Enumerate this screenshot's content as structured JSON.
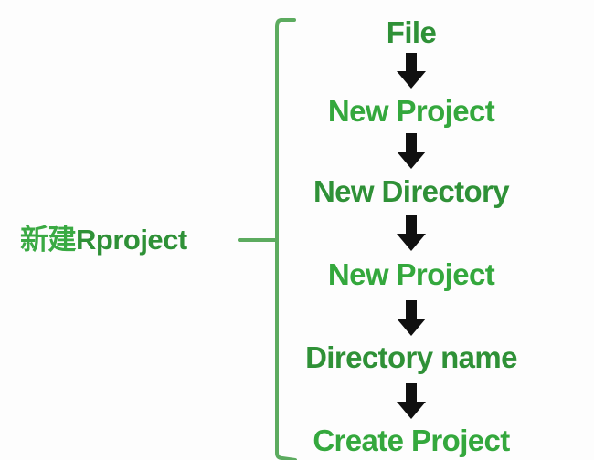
{
  "diagram": {
    "title": "新建Rproject",
    "group_label": {
      "cjk": "新建",
      "latin": "Rproject",
      "color": "#3aaa43"
    },
    "bracket": {
      "color": "#5cab5f",
      "shape": "left-square-brace"
    },
    "arrow_icon": {
      "name": "arrow-down-icon",
      "color": "#101010",
      "count": 5
    },
    "steps": [
      {
        "label": "File",
        "color": "#2f9137",
        "tone": "dark"
      },
      {
        "label": "New Project",
        "color": "#34a83d",
        "tone": "light"
      },
      {
        "label": "New Directory",
        "color": "#2f9137",
        "tone": "dark"
      },
      {
        "label": "New Project",
        "color": "#34a83d",
        "tone": "light"
      },
      {
        "label": "Directory name",
        "color": "#2f9137",
        "tone": "dark"
      },
      {
        "label": "Create Project",
        "color": "#34a83d",
        "tone": "light"
      }
    ],
    "background": "#fdfdfd"
  }
}
